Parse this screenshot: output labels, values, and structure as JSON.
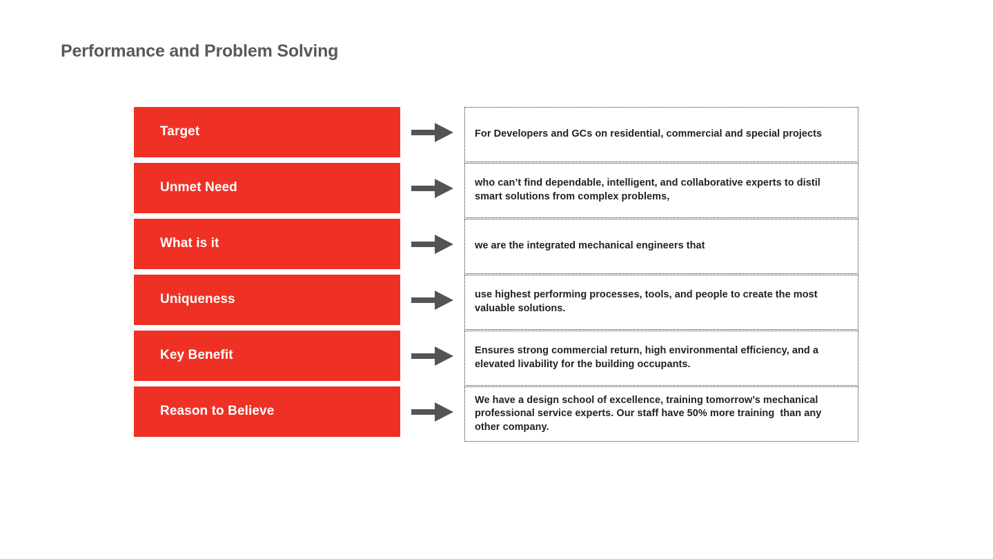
{
  "page": {
    "title": "Performance and Problem Solving",
    "title_color": "#58595B",
    "background": "#ffffff"
  },
  "theme": {
    "label_background": "#EE3124",
    "label_text_color": "#FFFFFF",
    "body_text_color": "#231F20",
    "arrow_color": "#545454",
    "border_style": "dotted"
  },
  "rows": [
    {
      "label": "Target",
      "arrow": "arrow-right-icon",
      "description": "For Developers and GCs on residential, commercial and special projects"
    },
    {
      "label": "Unmet Need",
      "arrow": "arrow-right-icon",
      "description": "who can’t find dependable, intelligent, and collaborative experts to distil smart solutions from complex problems,"
    },
    {
      "label": "What is it",
      "arrow": "arrow-right-icon",
      "description": "we are the integrated mechanical engineers that"
    },
    {
      "label": "Uniqueness",
      "arrow": "arrow-right-icon",
      "description": "use highest performing processes, tools, and people to create the most valuable solutions."
    },
    {
      "label": "Key Benefit",
      "arrow": "arrow-right-icon",
      "description": "Ensures strong commercial return, high environmental efficiency, and a elevated livability for the building occupants."
    },
    {
      "label": "Reason to Believe",
      "arrow": "arrow-right-icon",
      "description": "We have a design school of excellence, training tomorrow’s mechanical professional service experts. Our staff have 50% more training  than any other company."
    }
  ]
}
